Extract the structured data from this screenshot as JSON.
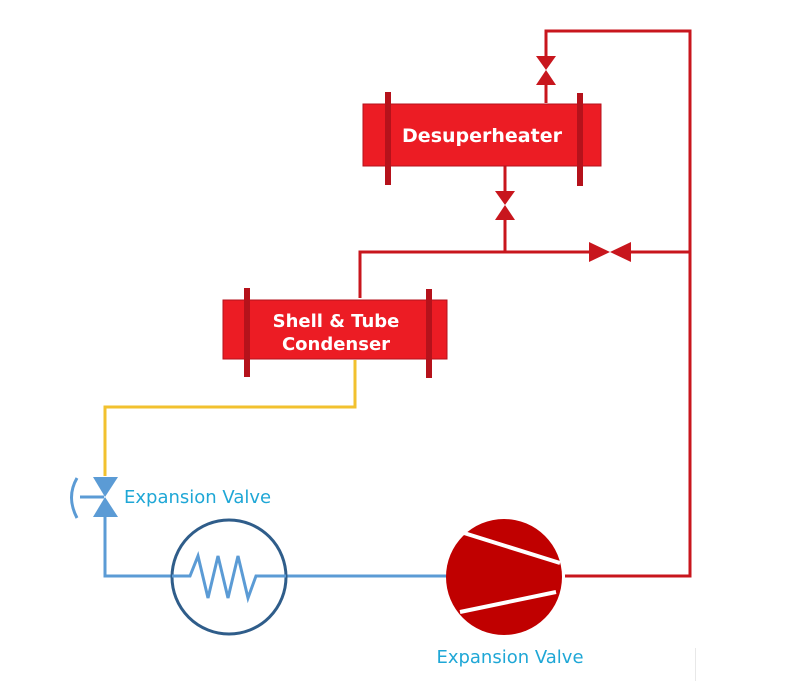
{
  "title": "Refrigeration cycle with desuperheater heat recovery",
  "colors": {
    "hot_gas": "#c8161d",
    "vessel": "#ec1c24",
    "vessel_flange": "#b5121b",
    "liquid": "#f2c12e",
    "low_side": "#5b9bd5",
    "evaporator_ring": "#2f5d8a",
    "compressor": "#c00000",
    "label_blue": "#1fa7d6",
    "label_white": "#ffffff"
  },
  "components": {
    "desuperheater": {
      "label": "Desuperheater",
      "icon": "shell-and-tube-heat-exchanger-icon"
    },
    "condenser": {
      "label_line1": "Shell & Tube",
      "label_line2": "Condenser",
      "icon": "shell-and-tube-heat-exchanger-icon"
    },
    "expansion_valve": {
      "label": "Expansion Valve",
      "icon": "expansion-valve-icon"
    },
    "evaporator": {
      "icon": "evaporator-coil-icon"
    },
    "compressor": {
      "label": "Expansion Valve",
      "icon": "compressor-icon"
    },
    "valves": [
      {
        "name": "desuperheater-outlet-valve",
        "icon": "gate-valve-icon"
      },
      {
        "name": "desuperheater-inlet-valve",
        "icon": "gate-valve-icon"
      },
      {
        "name": "bypass-valve",
        "icon": "gate-valve-icon"
      }
    ]
  }
}
